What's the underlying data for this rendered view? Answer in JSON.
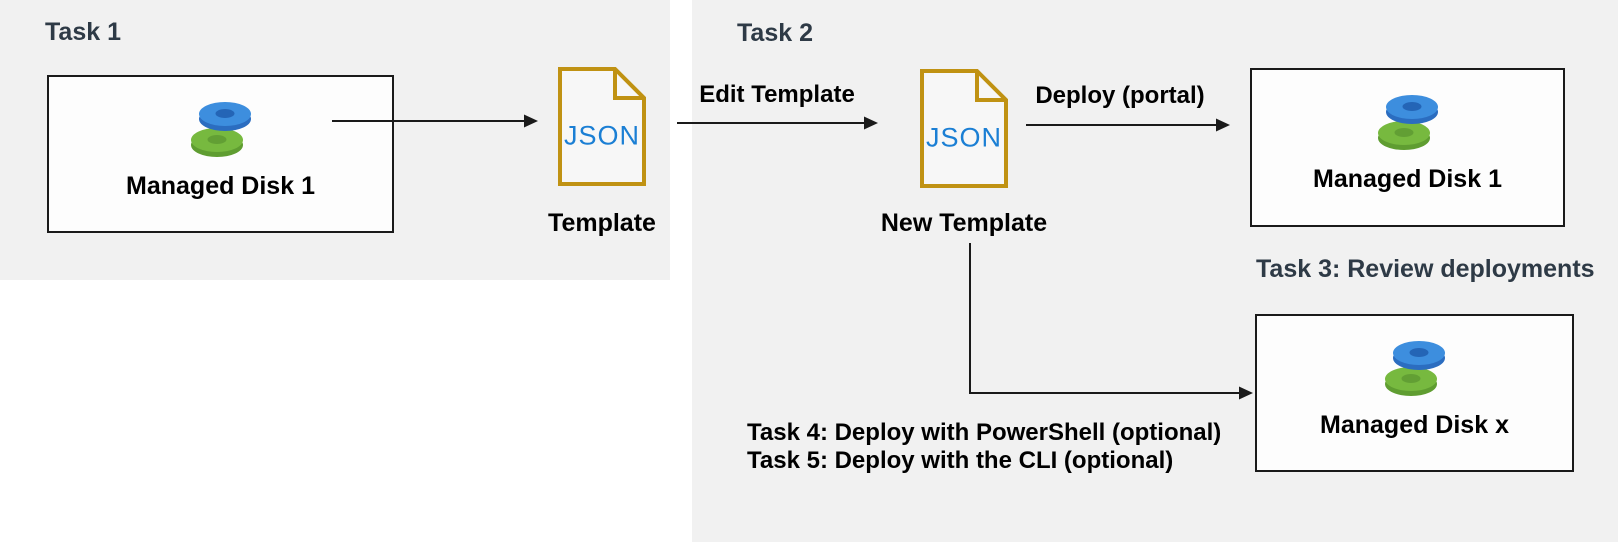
{
  "colors": {
    "page_bg": "#ffffff",
    "panel_bg": "#f1f1f1",
    "box_bg": "#fdfdfd",
    "box_border": "#1a1a1a",
    "heading_text": "#2e3a46",
    "label_text": "#000000",
    "arrow": "#1a1a1a",
    "json_doc_border": "#c09213",
    "json_doc_fill": "#f7f7f7",
    "json_text": "#1b7fd4",
    "disk_blue_top": "#3d8ede",
    "disk_blue_side": "#2b6dc0",
    "disk_blue_hole": "#2465b6",
    "disk_green_top": "#77b93f",
    "disk_green_side": "#5f9d31",
    "disk_green_hole": "#629f34"
  },
  "task1": {
    "heading": "Task 1",
    "source_disk": {
      "label": "Managed Disk 1"
    },
    "template": {
      "doc_text": "JSON",
      "caption": "Template"
    }
  },
  "task2": {
    "heading": "Task 2",
    "edit_arrow_label": "Edit Template",
    "new_template": {
      "doc_text": "JSON",
      "caption": "New Template"
    },
    "deploy_arrow_label": "Deploy (portal)",
    "deployed_disk": {
      "label": "Managed Disk 1"
    }
  },
  "task3": {
    "heading": "Task 3: Review deployments",
    "deployed_disk": {
      "label": "Managed Disk x"
    }
  },
  "task4": {
    "label": "Task 4: Deploy with PowerShell (optional)"
  },
  "task5": {
    "label": "Task 5: Deploy with the CLI (optional)"
  }
}
